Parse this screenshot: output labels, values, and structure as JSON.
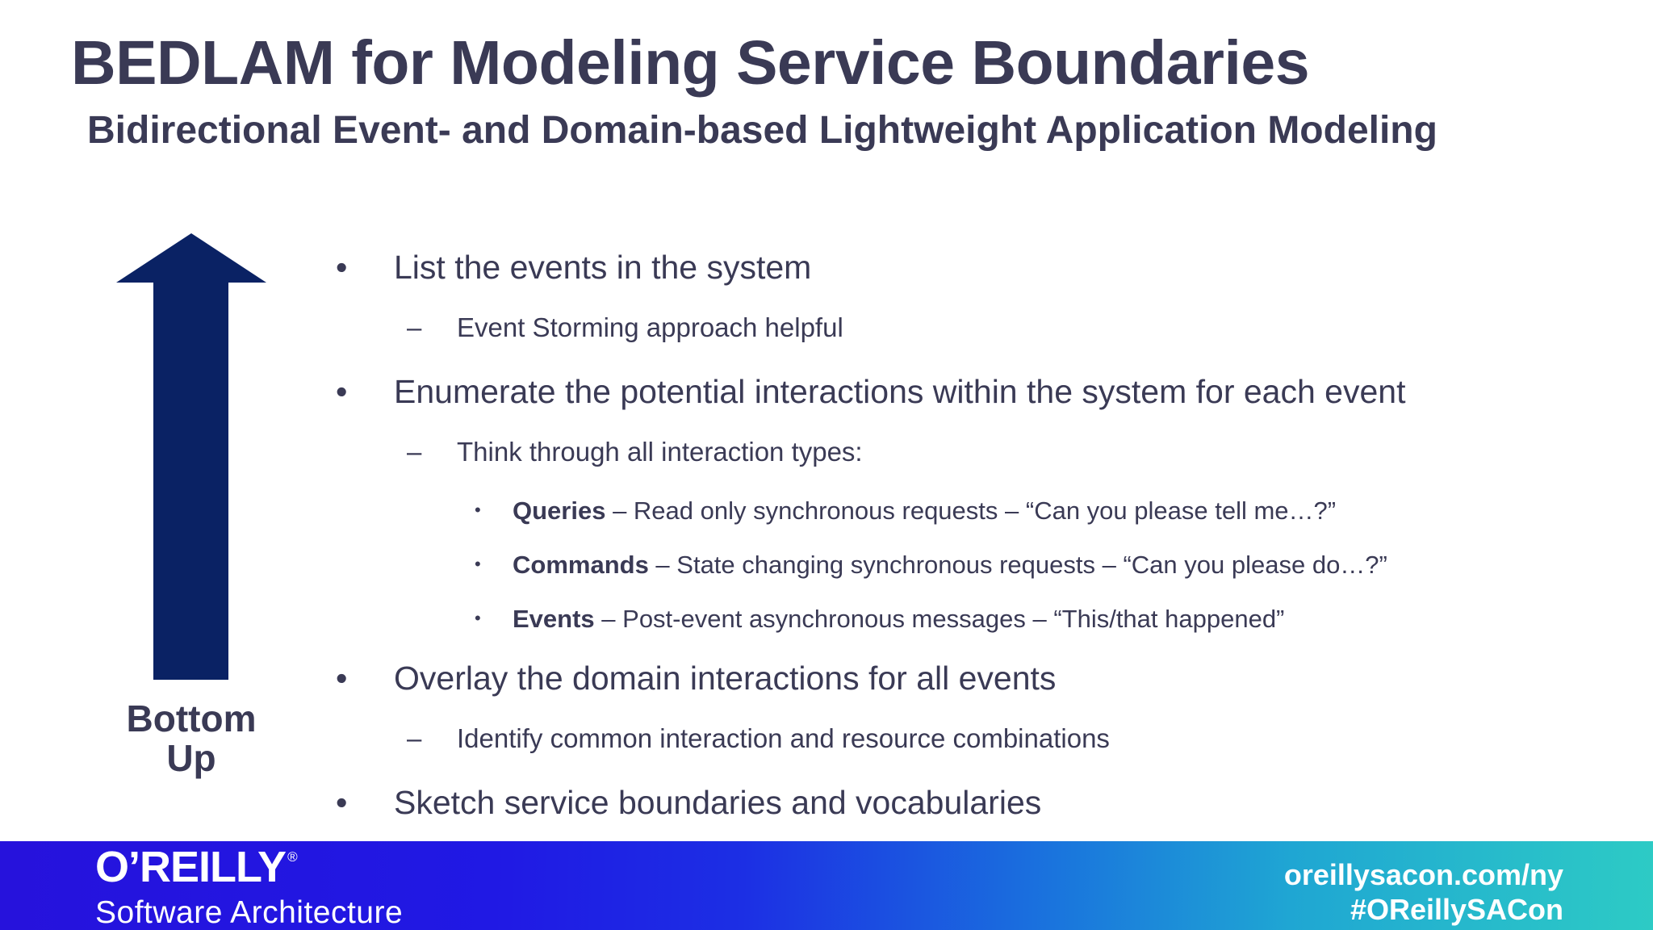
{
  "slide": {
    "title": "BEDLAM for Modeling Service Boundaries",
    "subtitle": "Bidirectional Event- and Domain-based Lightweight Application Modeling",
    "arrow": {
      "direction": "up",
      "label_line1": "Bottom",
      "label_line2": "Up"
    },
    "bullets": [
      {
        "level": 1,
        "marker": "•",
        "lead": "",
        "text": "List the events in the system"
      },
      {
        "level": 2,
        "marker": "–",
        "lead": "",
        "text": "Event Storming approach helpful"
      },
      {
        "level": 1,
        "marker": "•",
        "lead": "",
        "text": "Enumerate the potential interactions within the system for each event"
      },
      {
        "level": 2,
        "marker": "–",
        "lead": "",
        "text": "Think through all interaction types:"
      },
      {
        "level": 3,
        "marker": "•",
        "lead": "Queries",
        "text": " – Read only synchronous requests – “Can you please tell me…?”"
      },
      {
        "level": 3,
        "marker": "•",
        "lead": "Commands",
        "text": " – State changing synchronous requests – “Can you please do…?”"
      },
      {
        "level": 3,
        "marker": "•",
        "lead": "Events",
        "text": " – Post-event asynchronous messages – “This/that happened”"
      },
      {
        "level": 1,
        "marker": "•",
        "lead": "",
        "text": "Overlay the domain interactions for all events"
      },
      {
        "level": 2,
        "marker": "–",
        "lead": "",
        "text": "Identify common interaction and resource combinations"
      },
      {
        "level": 1,
        "marker": "•",
        "lead": "",
        "text": "Sketch service boundaries and vocabularies"
      }
    ]
  },
  "footer": {
    "brand": "O’REILLY",
    "registered_mark": "®",
    "brand_subtitle": "Software Architecture",
    "website": "oreillysacon.com/ny",
    "hashtag": "#OReillySACon"
  },
  "colors": {
    "body_text": "#3a3a55",
    "arrow": "#0a2264",
    "footer_text": "#ffffff",
    "footer_gradient": [
      "#2612dc",
      "#2019e4",
      "#1c2fe4",
      "#1a75dd",
      "#1fa6d3",
      "#2dcbc5"
    ]
  }
}
